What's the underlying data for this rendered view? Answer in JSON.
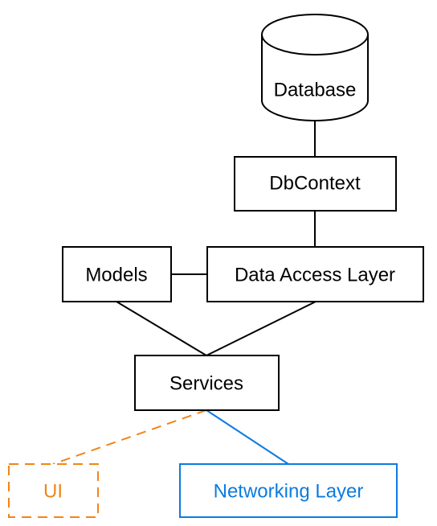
{
  "nodes": {
    "database": {
      "label": "Database",
      "color": "#000000"
    },
    "dbcontext": {
      "label": "DbContext",
      "color": "#000000"
    },
    "models": {
      "label": "Models",
      "color": "#000000"
    },
    "data_access_layer": {
      "label": "Data Access Layer",
      "color": "#000000"
    },
    "services": {
      "label": "Services",
      "color": "#000000"
    },
    "ui": {
      "label": "UI",
      "color": "#f08519",
      "style": "dashed"
    },
    "networking_layer": {
      "label": "Networking Layer",
      "color": "#0b7be0"
    }
  },
  "edges": [
    {
      "from": "database",
      "to": "dbcontext",
      "color": "#000000"
    },
    {
      "from": "dbcontext",
      "to": "data_access_layer",
      "color": "#000000"
    },
    {
      "from": "models",
      "to": "data_access_layer",
      "color": "#000000"
    },
    {
      "from": "models",
      "to": "services",
      "color": "#000000"
    },
    {
      "from": "data_access_layer",
      "to": "services",
      "color": "#000000"
    },
    {
      "from": "services",
      "to": "ui",
      "color": "#f08519",
      "style": "dashed"
    },
    {
      "from": "services",
      "to": "networking_layer",
      "color": "#0b7be0"
    }
  ]
}
